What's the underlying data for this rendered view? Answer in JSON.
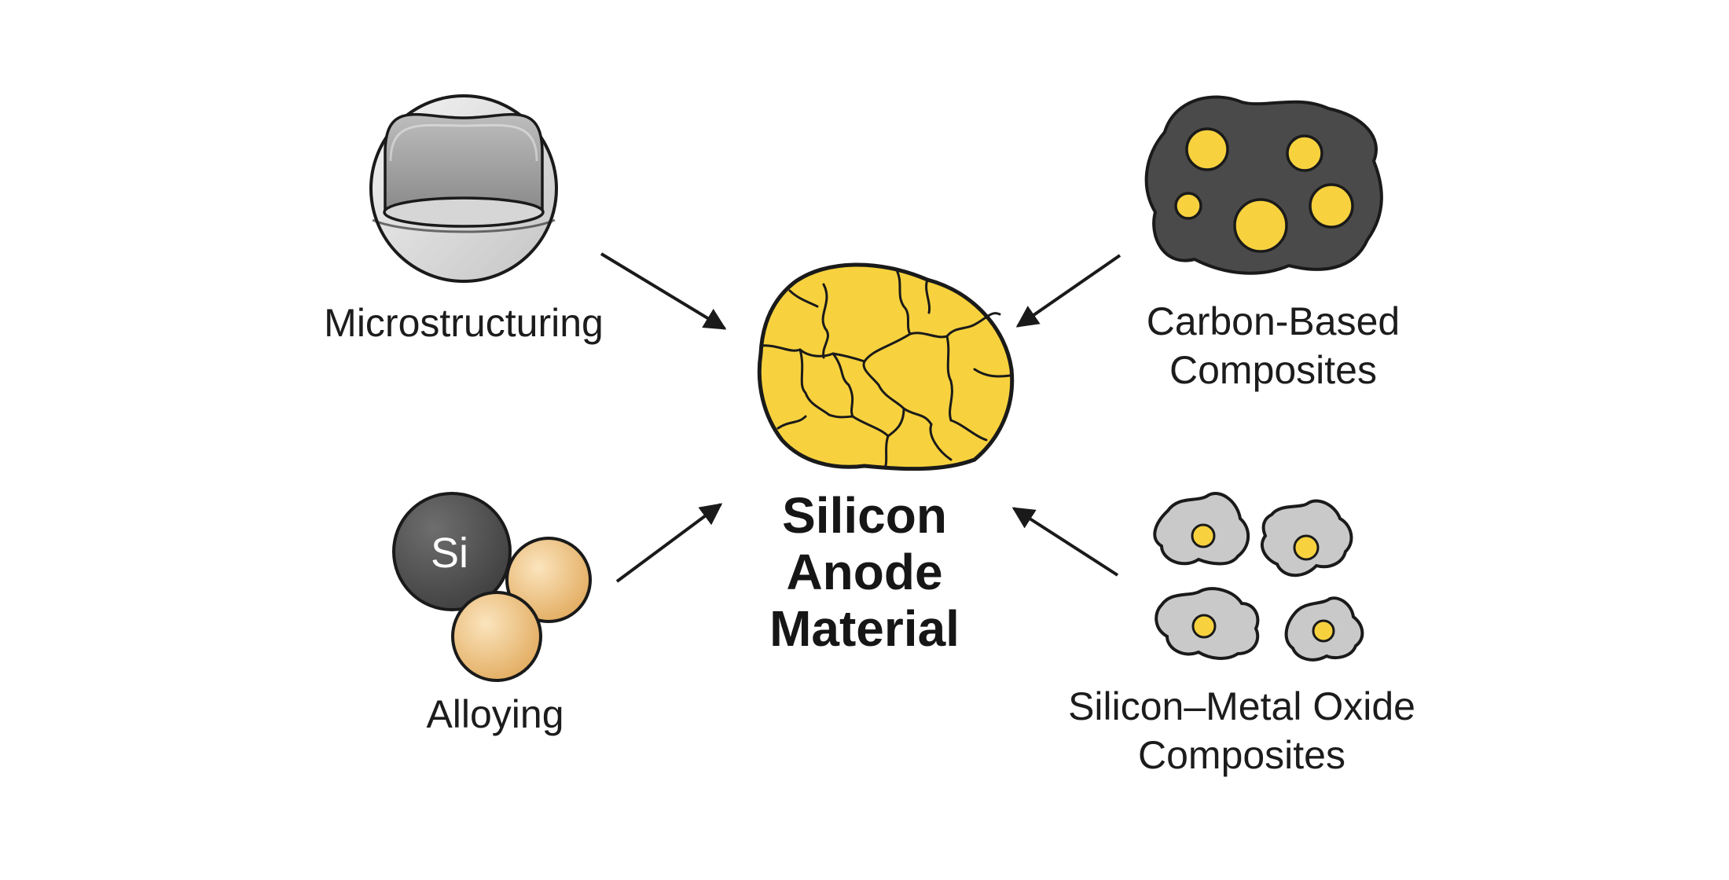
{
  "center": {
    "title_lines": [
      "Silicon",
      "Anode",
      "Material"
    ]
  },
  "strategies": {
    "microstructuring": {
      "label": "Microstructuring"
    },
    "carbon": {
      "label_lines": [
        "Carbon-Based",
        "Composites"
      ]
    },
    "alloying": {
      "label": "Alloying",
      "badge": "Si"
    },
    "oxide": {
      "label_lines": [
        "Silicon–Metal Oxide",
        "Composites"
      ]
    }
  },
  "colors": {
    "silicon_yellow": "#f7d23e",
    "outline": "#1a1a1a",
    "carbon_gray": "#4a4a4a",
    "oxide_gray": "#c9c9c9",
    "alloy_tan": "#ecc381",
    "shell_gray": "#d9d9d9"
  },
  "icons": {
    "microstructuring": "hollow-sphere-icon",
    "carbon": "carbon-matrix-icon",
    "alloying": "alloy-particles-icon",
    "oxide": "oxide-particles-icon",
    "center": "cracked-silicon-particle-icon"
  }
}
